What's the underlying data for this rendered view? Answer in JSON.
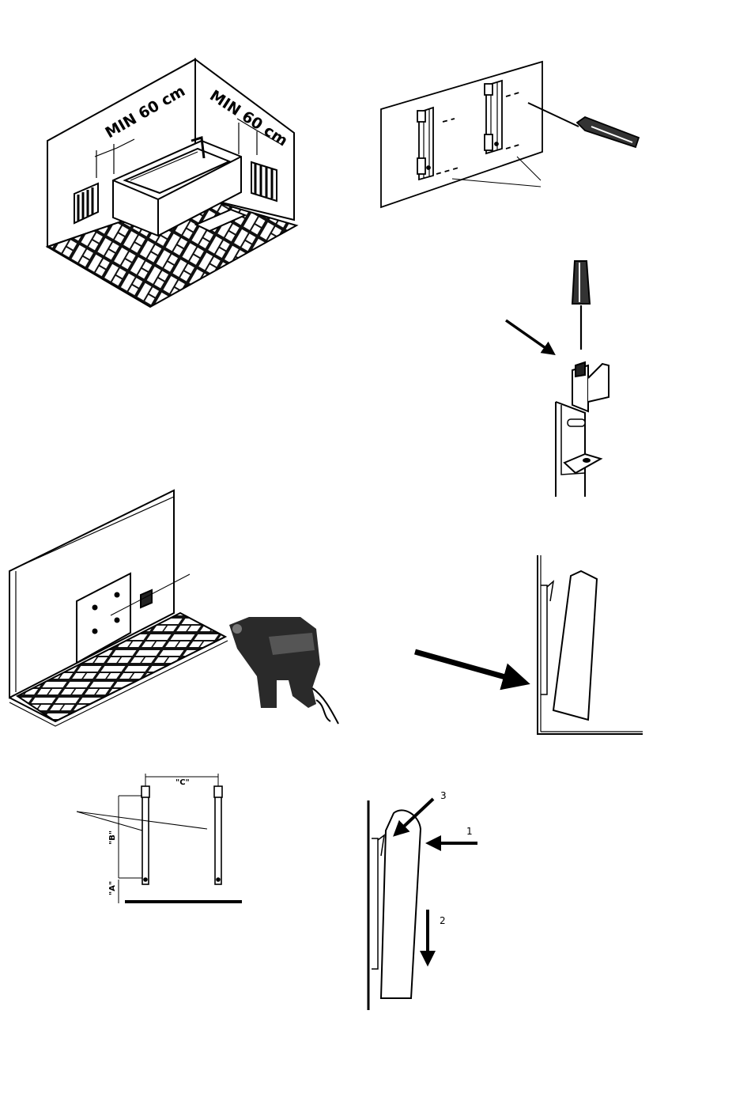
{
  "steps": {
    "clearance": {
      "label_left": "MIN 60 cm",
      "label_right": "MIN 60 cm"
    },
    "mounting": {
      "dim_c": "\"C\"",
      "dim_b": "\"B\"",
      "dim_a": "\"A\""
    },
    "hanging": {
      "step_1": "1",
      "step_2": "2",
      "step_3": "3"
    }
  },
  "colors": {
    "ink": "#000000",
    "paper": "#ffffff",
    "drill_body": "#2a2a2a"
  },
  "icons": [
    "screwdriver-icon",
    "drill-icon",
    "arrow-icon",
    "radiator-icon",
    "bathtub-icon"
  ]
}
